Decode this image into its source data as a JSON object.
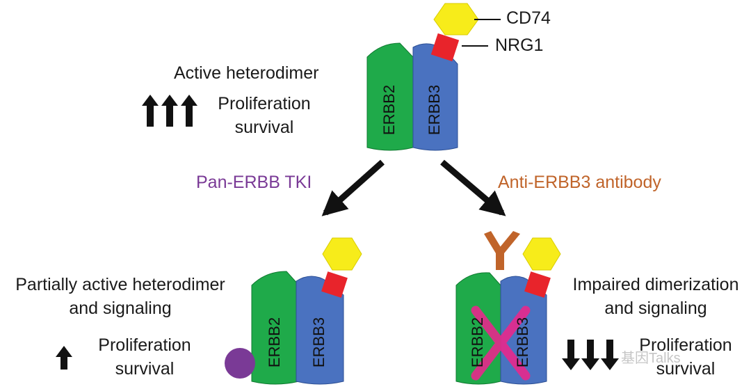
{
  "top": {
    "state_label": "Active heterodimer",
    "effect_line1": "Proliferation",
    "effect_line2": "survival",
    "receptor_left": "ERBB2",
    "receptor_right": "ERBB3",
    "ligand_cd74": "CD74",
    "ligand_nrg1": "NRG1"
  },
  "branches": {
    "left_treatment": "Pan-ERBB TKI",
    "right_treatment": "Anti-ERBB3 antibody"
  },
  "bottom_left": {
    "state_line1": "Partially active heterodimer",
    "state_line2": "and signaling",
    "effect_line1": "Proliferation",
    "effect_line2": "survival",
    "receptor_left": "ERBB2",
    "receptor_right": "ERBB3"
  },
  "bottom_right": {
    "state_line1": "Impaired dimerization",
    "state_line2": "and signaling",
    "effect_line1": "Proliferation",
    "effect_line2": "survival",
    "receptor_left": "ERBB2",
    "receptor_right": "ERBB3"
  },
  "watermark": "基因Talks",
  "colors": {
    "erbb2": "#1faa4a",
    "erbb3": "#4a72c0",
    "cd74": "#f7ec1a",
    "nrg1": "#e8242b",
    "tki": "#7a3a96",
    "antibody": "#c0642a",
    "block_x": "#e8288c"
  }
}
